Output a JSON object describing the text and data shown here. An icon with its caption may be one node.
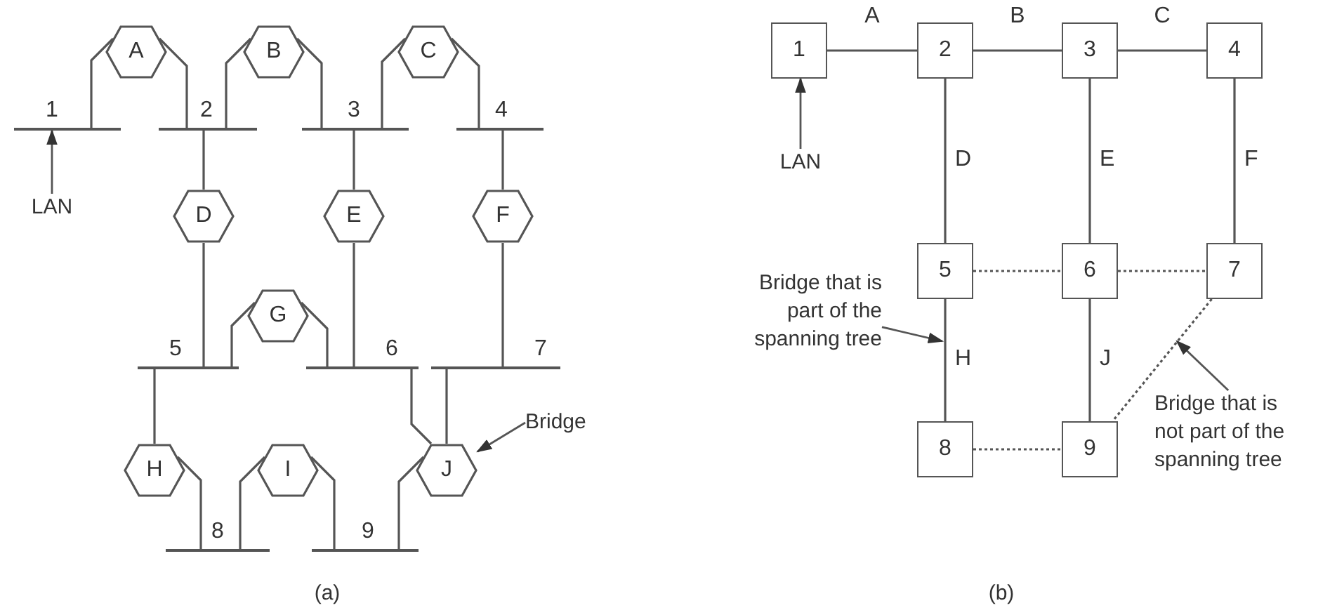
{
  "diagram": {
    "nodes": [
      {
        "text": [],
        "shape": "bar",
        "beside": [
          "1"
        ]
      },
      {
        "text": [],
        "shape": "bar",
        "beside": [
          "2"
        ]
      },
      {
        "text": [],
        "shape": "bar",
        "beside": [
          "3"
        ]
      },
      {
        "text": [],
        "shape": "bar",
        "beside": [
          "4"
        ]
      },
      {
        "text": [],
        "shape": "bar",
        "beside": [
          "5"
        ]
      },
      {
        "text": [],
        "shape": "bar",
        "beside": [
          "6"
        ]
      },
      {
        "text": [],
        "shape": "bar",
        "beside": [
          "7"
        ]
      },
      {
        "text": [],
        "shape": "bar",
        "beside": [
          "8"
        ]
      },
      {
        "text": [],
        "shape": "bar",
        "beside": [
          "9"
        ]
      },
      {
        "text": [
          "A"
        ]
      },
      {
        "text": [
          "B"
        ]
      },
      {
        "text": [
          "C"
        ]
      },
      {
        "text": [
          "D"
        ]
      },
      {
        "text": [
          "E"
        ]
      },
      {
        "text": [
          "F"
        ]
      },
      {
        "text": [
          "G"
        ]
      },
      {
        "text": [
          "H"
        ]
      },
      {
        "text": [
          "I"
        ]
      },
      {
        "text": [
          "J"
        ]
      },
      {
        "text": [
          "LAN"
        ]
      },
      {
        "text": [
          "Bridge"
        ]
      },
      {
        "text": [
          "1"
        ]
      },
      {
        "text": [
          "2"
        ]
      },
      {
        "text": [
          "3"
        ]
      },
      {
        "text": [
          "4"
        ]
      },
      {
        "text": [
          "5"
        ]
      },
      {
        "text": [
          "6"
        ]
      },
      {
        "text": [
          "7"
        ]
      },
      {
        "text": [
          "8"
        ]
      },
      {
        "text": [
          "9"
        ]
      },
      {
        "text": [
          "LAN"
        ]
      },
      {
        "text": [
          "Bridge that is part of the spanning tree"
        ]
      },
      {
        "text": [
          "Bridge that is not part of the spanning tree"
        ]
      }
    ],
    "edges": [
      {
        "from": 9,
        "to": 0,
        "arrow": "none"
      },
      {
        "from": 9,
        "to": 1,
        "arrow": "none"
      },
      {
        "from": 10,
        "to": 1,
        "arrow": "none"
      },
      {
        "from": 10,
        "to": 2,
        "arrow": "none"
      },
      {
        "from": 11,
        "to": 2,
        "arrow": "none"
      },
      {
        "from": 11,
        "to": 3,
        "arrow": "none"
      },
      {
        "from": 12,
        "to": 1,
        "arrow": "none"
      },
      {
        "from": 12,
        "to": 4,
        "arrow": "none"
      },
      {
        "from": 13,
        "to": 2,
        "arrow": "none"
      },
      {
        "from": 13,
        "to": 5,
        "arrow": "none"
      },
      {
        "from": 14,
        "to": 3,
        "arrow": "none"
      },
      {
        "from": 14,
        "to": 6,
        "arrow": "none"
      },
      {
        "from": 15,
        "to": 4,
        "arrow": "none"
      },
      {
        "from": 15,
        "to": 5,
        "arrow": "none"
      },
      {
        "from": 16,
        "to": 4,
        "arrow": "none"
      },
      {
        "from": 16,
        "to": 7,
        "arrow": "none"
      },
      {
        "from": 17,
        "to": 7,
        "arrow": "none"
      },
      {
        "from": 17,
        "to": 8,
        "arrow": "none"
      },
      {
        "from": 18,
        "to": 5,
        "arrow": "none"
      },
      {
        "from": 18,
        "to": 6,
        "arrow": "none"
      },
      {
        "from": 18,
        "to": 8,
        "arrow": "none"
      },
      {
        "from": 19,
        "to": 0,
        "arrow": "to"
      },
      {
        "from": 20,
        "to": 18,
        "arrow": "to"
      },
      {
        "from": 21,
        "to": 22,
        "arrow": "none",
        "label": "A"
      },
      {
        "from": 22,
        "to": 23,
        "arrow": "none",
        "label": "B"
      },
      {
        "from": 23,
        "to": 24,
        "arrow": "none",
        "label": "C"
      },
      {
        "from": 22,
        "to": 25,
        "arrow": "none",
        "label": "D"
      },
      {
        "from": 23,
        "to": 26,
        "arrow": "none",
        "label": "E"
      },
      {
        "from": 24,
        "to": 27,
        "arrow": "none",
        "label": "F"
      },
      {
        "from": 25,
        "to": 26,
        "arrow": "none",
        "style": "dashed"
      },
      {
        "from": 26,
        "to": 27,
        "arrow": "none",
        "style": "dashed"
      },
      {
        "from": 25,
        "to": 28,
        "arrow": "none",
        "label": "H"
      },
      {
        "from": 26,
        "to": 29,
        "arrow": "none",
        "label": "J"
      },
      {
        "from": 28,
        "to": 29,
        "arrow": "none",
        "style": "dashed"
      },
      {
        "from": 27,
        "to": 29,
        "arrow": "none",
        "style": "dashed"
      },
      {
        "from": 30,
        "to": 21,
        "arrow": "to"
      },
      {
        "from": 31,
        "to": null,
        "arrow": "to"
      },
      {
        "from": 32,
        "to": null,
        "arrow": "to"
      }
    ],
    "labels": [
      "(a)",
      "(b)"
    ]
  }
}
